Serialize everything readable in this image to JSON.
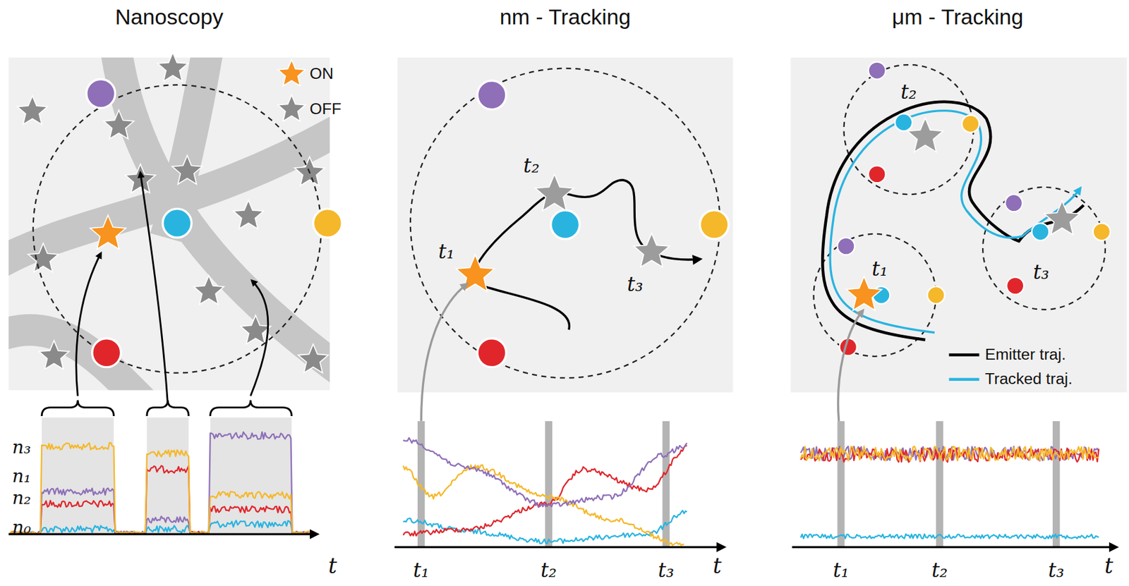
{
  "diagram": {
    "labels": [
      "Nanoscopy",
      "nm - Tracking",
      "μm - Tracking",
      "n₃",
      "n₁",
      "n₂",
      "n₀",
      "t",
      "t₁",
      "t₂",
      "t₃",
      "t₁",
      "t₂",
      "t₃",
      "t",
      "t₂",
      "t₁",
      "t₃",
      "t₁",
      "t₂",
      "t₃",
      "t"
    ],
    "legend": [
      {
        "text": "ON"
      },
      {
        "text": "OFF"
      },
      {
        "text": "Emitter traj."
      },
      {
        "text": "Tracked traj."
      }
    ]
  }
}
